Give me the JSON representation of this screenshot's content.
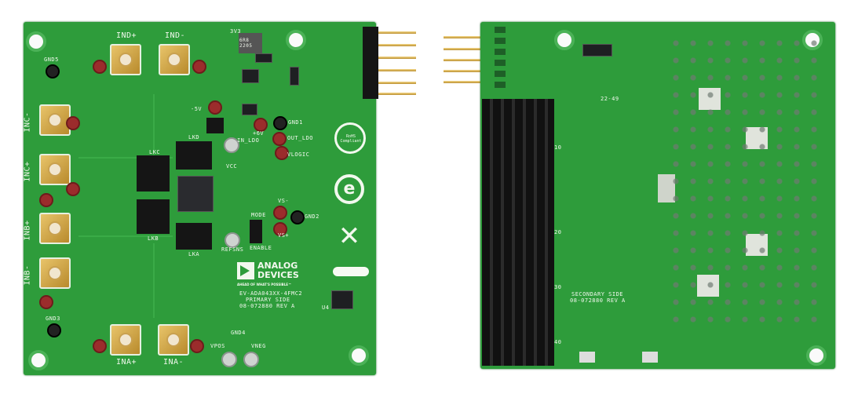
{
  "primary_board": {
    "connectors": {
      "ind_plus": "IND+",
      "ind_minus": "IND-",
      "inc_minus": "INC-",
      "inc_plus": "INC+",
      "inb_plus": "INB+",
      "inb_minus": "INB-",
      "ina_plus": "INA+",
      "ina_minus": "INA-"
    },
    "test_points": {
      "gnd5": "GND5",
      "gnd3": "GND3",
      "gnd4": "GND4",
      "gnd1": "GND1",
      "gnd2": "GND2",
      "vpos": "VPOS",
      "vneg": "VNEG",
      "out_ldo": "OUT_LDO",
      "in_ldo": "IN_LDO",
      "vlogic": "VLOGIC",
      "vcc": "VCC",
      "refsns": "REFSNS",
      "mode": "MODE",
      "enable": "ENABLE",
      "vs_plus": "VS+",
      "vs_minus": "VS-",
      "v3v3": "3V3",
      "neg5v": "-5V",
      "pos6v": "+6V"
    },
    "headers": {
      "lkd": "LKD",
      "lkc": "LKC",
      "lkb": "LKB",
      "lka": "LKA"
    },
    "inductor_marking": "6R8 2205",
    "logo": {
      "line1": "ANALOG",
      "line2": "DEVICES",
      "tagline": "AHEAD OF WHAT'S POSSIBLE™"
    },
    "board_text": [
      "EV-ADA043XX-4FMC2",
      "PRIMARY SIDE",
      "08-072880 REV A"
    ],
    "rohs_badge": "RoHS Compliant",
    "ic_label": "U4"
  },
  "secondary_board": {
    "board_text": [
      "SECONDARY SIDE",
      "08-072880 REV A"
    ],
    "date_code": "22-49",
    "connector_rows": [
      "10",
      "20",
      "30",
      "40"
    ]
  },
  "colors": {
    "pcb": "#2e9c3b",
    "silkscreen": "#f2f8ee",
    "gold": "#d4aa4c"
  }
}
